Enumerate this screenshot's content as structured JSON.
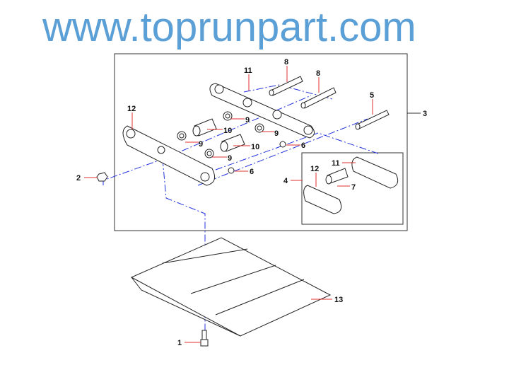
{
  "diagram": {
    "callouts": [
      {
        "id": "c1",
        "text": "1"
      },
      {
        "id": "c2",
        "text": "2"
      },
      {
        "id": "c3",
        "text": "3"
      },
      {
        "id": "c4",
        "text": "4"
      },
      {
        "id": "c5",
        "text": "5"
      },
      {
        "id": "c6a",
        "text": "6"
      },
      {
        "id": "c6b",
        "text": "6"
      },
      {
        "id": "c7",
        "text": "7"
      },
      {
        "id": "c8a",
        "text": "8"
      },
      {
        "id": "c8b",
        "text": "8"
      },
      {
        "id": "c9a",
        "text": "9"
      },
      {
        "id": "c9b",
        "text": "9"
      },
      {
        "id": "c9c",
        "text": "9"
      },
      {
        "id": "c9d",
        "text": "9"
      },
      {
        "id": "c10a",
        "text": "10"
      },
      {
        "id": "c10b",
        "text": "10"
      },
      {
        "id": "c11a",
        "text": "11"
      },
      {
        "id": "c11b",
        "text": "11"
      },
      {
        "id": "c12a",
        "text": "12"
      },
      {
        "id": "c12b",
        "text": "12"
      },
      {
        "id": "c13",
        "text": "13"
      }
    ],
    "watermark": "www.toprunpart.com",
    "colors": {
      "leader": "#e03030",
      "axis": "#2233dd",
      "watermark": "#5a9fd6"
    }
  }
}
